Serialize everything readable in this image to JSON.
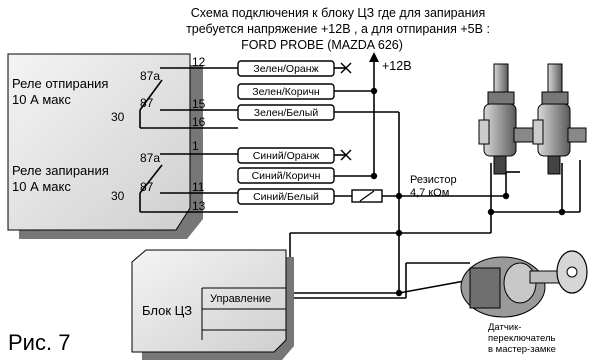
{
  "header": {
    "line1": "Схема подключения к блоку ЦЗ где для запирания",
    "line2": "требуется напряжение +12В , а для отпирания +5В :",
    "line3": "FORD PROBE (MAZDA 626)"
  },
  "figure_label": "Рис. 7",
  "supply_label": "+12В",
  "relay_unlock": {
    "label_line1": "Реле отпирания",
    "label_line2": "10 А макс",
    "pins": {
      "nc": "87a",
      "no": "87",
      "com": "30"
    },
    "wire_numbers": [
      "12",
      "15",
      "16"
    ]
  },
  "relay_lock": {
    "label_line1": "Реле запирания",
    "label_line2": "10 А макс",
    "pins": {
      "nc": "87a",
      "no": "87",
      "com": "30"
    },
    "wire_numbers": [
      "1",
      "11",
      "13"
    ]
  },
  "wires": [
    {
      "label": "Зелен/Оранж"
    },
    {
      "label": "Зелен/Коричн"
    },
    {
      "label": "Зелен/Белый"
    },
    {
      "label": "Синий/Оранж"
    },
    {
      "label": "Синий/Коричн"
    },
    {
      "label": "Синий/Белый"
    }
  ],
  "resistor": {
    "label_line1": "Резистор",
    "label_line2": "4,7 кОм"
  },
  "central_lock": {
    "label": "Блок ЦЗ",
    "control_label": "Управление"
  },
  "sensor": {
    "line1": "Датчик-",
    "line2": "переключатель",
    "line3": "в мастер-замке"
  }
}
